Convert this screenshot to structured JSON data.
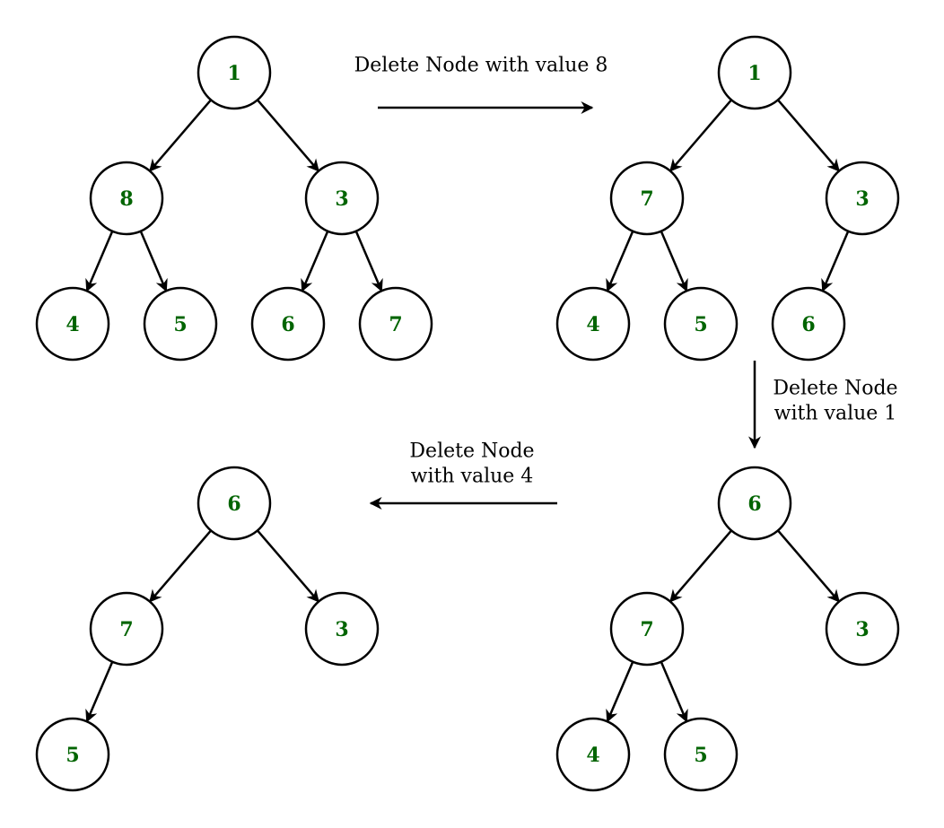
{
  "colors": {
    "node_text": "#006400",
    "stroke": "#000000",
    "background": "#ffffff"
  },
  "trees": [
    {
      "id": "tree-initial",
      "nodes": [
        {
          "id": "a1",
          "value": "1"
        },
        {
          "id": "a8",
          "value": "8"
        },
        {
          "id": "a3",
          "value": "3"
        },
        {
          "id": "a4",
          "value": "4"
        },
        {
          "id": "a5",
          "value": "5"
        },
        {
          "id": "a6",
          "value": "6"
        },
        {
          "id": "a7",
          "value": "7"
        }
      ],
      "edges": [
        [
          "a1",
          "a8"
        ],
        [
          "a1",
          "a3"
        ],
        [
          "a8",
          "a4"
        ],
        [
          "a8",
          "a5"
        ],
        [
          "a3",
          "a6"
        ],
        [
          "a3",
          "a7"
        ]
      ]
    },
    {
      "id": "tree-after-delete-8",
      "nodes": [
        {
          "id": "b1",
          "value": "1"
        },
        {
          "id": "b7",
          "value": "7"
        },
        {
          "id": "b3",
          "value": "3"
        },
        {
          "id": "b4",
          "value": "4"
        },
        {
          "id": "b5",
          "value": "5"
        },
        {
          "id": "b6",
          "value": "6"
        }
      ],
      "edges": [
        [
          "b1",
          "b7"
        ],
        [
          "b1",
          "b3"
        ],
        [
          "b7",
          "b4"
        ],
        [
          "b7",
          "b5"
        ],
        [
          "b3",
          "b6"
        ]
      ]
    },
    {
      "id": "tree-after-delete-1",
      "nodes": [
        {
          "id": "c6",
          "value": "6"
        },
        {
          "id": "c7",
          "value": "7"
        },
        {
          "id": "c3",
          "value": "3"
        },
        {
          "id": "c4",
          "value": "4"
        },
        {
          "id": "c5",
          "value": "5"
        }
      ],
      "edges": [
        [
          "c6",
          "c7"
        ],
        [
          "c6",
          "c3"
        ],
        [
          "c7",
          "c4"
        ],
        [
          "c7",
          "c5"
        ]
      ]
    },
    {
      "id": "tree-after-delete-4",
      "nodes": [
        {
          "id": "d6",
          "value": "6"
        },
        {
          "id": "d7",
          "value": "7"
        },
        {
          "id": "d3",
          "value": "3"
        },
        {
          "id": "d5",
          "value": "5"
        }
      ],
      "edges": [
        [
          "d6",
          "d7"
        ],
        [
          "d6",
          "d3"
        ],
        [
          "d7",
          "d5"
        ]
      ]
    }
  ],
  "steps": [
    {
      "id": "step-delete-8",
      "lines": [
        "Delete Node with value 8"
      ]
    },
    {
      "id": "step-delete-1",
      "lines": [
        "Delete Node",
        "with value 1"
      ]
    },
    {
      "id": "step-delete-4",
      "lines": [
        "Delete Node",
        "with value 4"
      ]
    }
  ]
}
